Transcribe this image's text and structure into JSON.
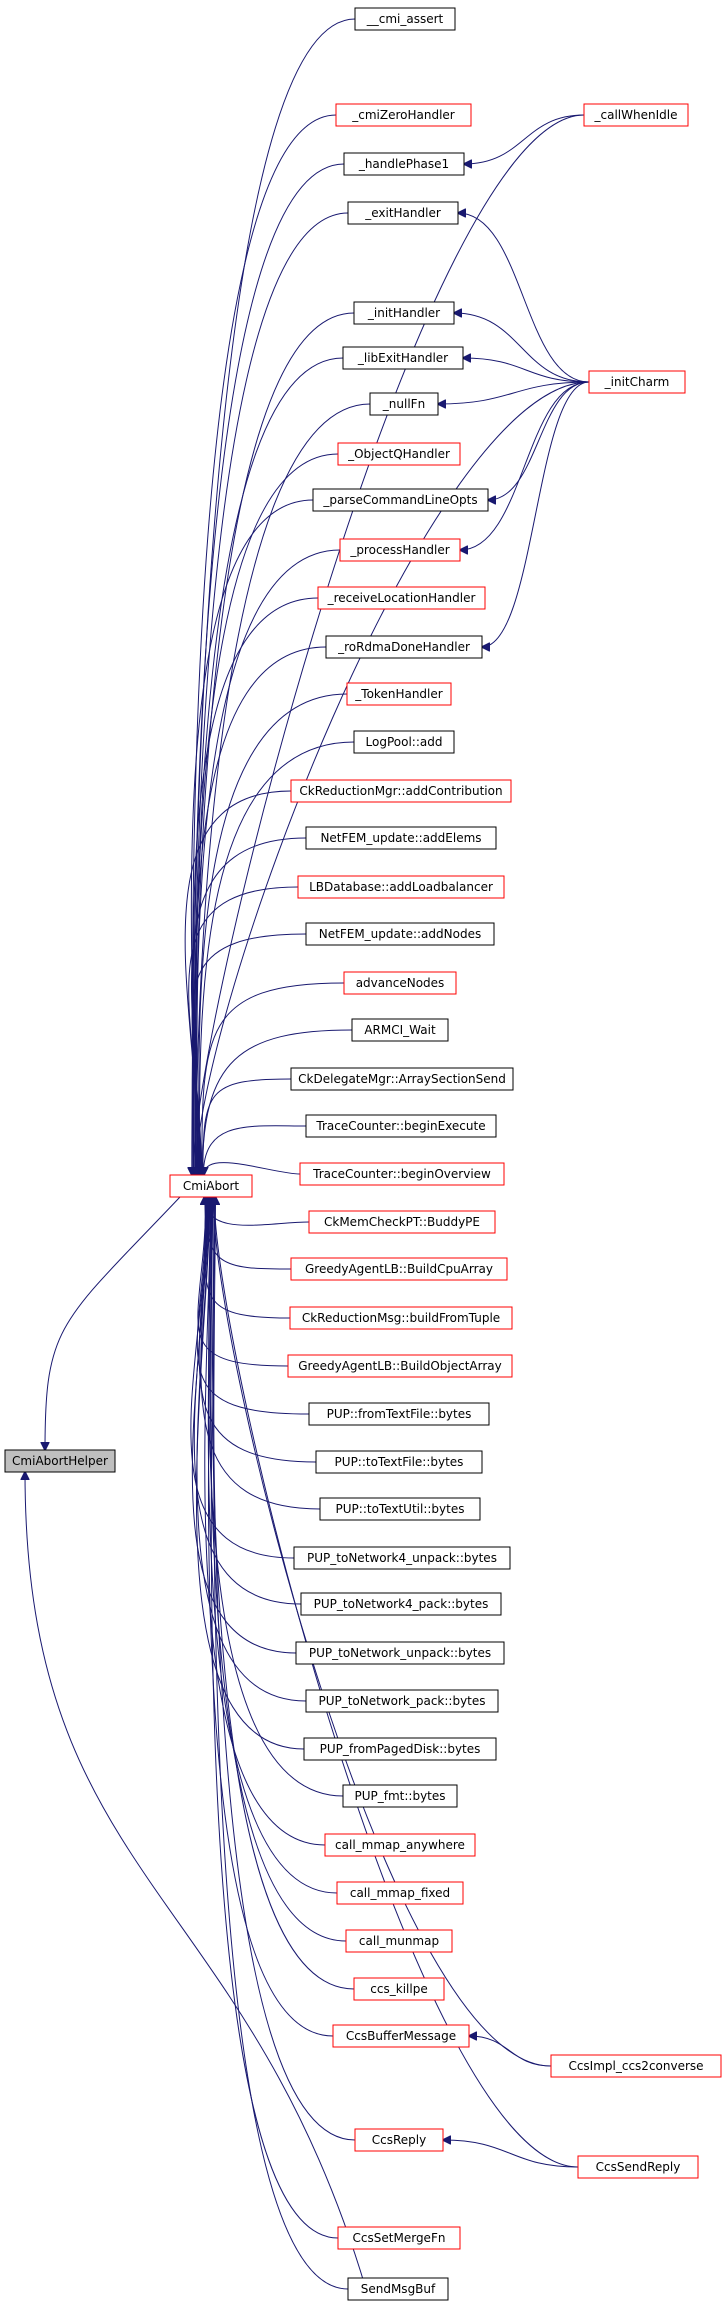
{
  "colors": {
    "edge": "#191970",
    "highlight_fill": "#bfbfbf",
    "truncated_border": "#ff0000",
    "normal_border": "#000000",
    "node_fill": "#ffffff"
  },
  "graph": {
    "root": "CmiAbortHelper",
    "nodes": [
      {
        "id": "cmiaborthelper",
        "label": "CmiAbortHelper",
        "style": "highlight"
      },
      {
        "id": "cmiabort",
        "label": "CmiAbort",
        "style": "truncated"
      },
      {
        "id": "cmi_assert",
        "label": "__cmi_assert",
        "style": "normal"
      },
      {
        "id": "cmizerohandler",
        "label": "_cmiZeroHandler",
        "style": "truncated"
      },
      {
        "id": "handlephase1",
        "label": "_handlePhase1",
        "style": "normal"
      },
      {
        "id": "exithandler",
        "label": "_exitHandler",
        "style": "normal"
      },
      {
        "id": "inithandler",
        "label": "_initHandler",
        "style": "normal"
      },
      {
        "id": "libexithandler",
        "label": "_libExitHandler",
        "style": "normal"
      },
      {
        "id": "nullfn",
        "label": "_nullFn",
        "style": "normal"
      },
      {
        "id": "objectqhandler",
        "label": "_ObjectQHandler",
        "style": "truncated"
      },
      {
        "id": "parsecmd",
        "label": "_parseCommandLineOpts",
        "style": "normal"
      },
      {
        "id": "processhandler",
        "label": "_processHandler",
        "style": "truncated"
      },
      {
        "id": "recvloc",
        "label": "_receiveLocationHandler",
        "style": "truncated"
      },
      {
        "id": "rordma",
        "label": "_roRdmaDoneHandler",
        "style": "normal"
      },
      {
        "id": "tokenhandler",
        "label": "_TokenHandler",
        "style": "truncated"
      },
      {
        "id": "logpool",
        "label": "LogPool::add",
        "style": "normal"
      },
      {
        "id": "ckredadd",
        "label": "CkReductionMgr::addContribution",
        "style": "truncated"
      },
      {
        "id": "netfemelems",
        "label": "NetFEM_update::addElems",
        "style": "normal"
      },
      {
        "id": "lbdb",
        "label": "LBDatabase::addLoadbalancer",
        "style": "truncated"
      },
      {
        "id": "netfemnodes",
        "label": "NetFEM_update::addNodes",
        "style": "normal"
      },
      {
        "id": "advnodes",
        "label": "advanceNodes",
        "style": "truncated"
      },
      {
        "id": "armci",
        "label": "ARMCI_Wait",
        "style": "normal"
      },
      {
        "id": "ckdelegate",
        "label": "CkDelegateMgr::ArraySectionSend",
        "style": "normal"
      },
      {
        "id": "tcbegexec",
        "label": "TraceCounter::beginExecute",
        "style": "normal"
      },
      {
        "id": "tcbegover",
        "label": "TraceCounter::beginOverview",
        "style": "truncated"
      },
      {
        "id": "ckmem",
        "label": "CkMemCheckPT::BuddyPE",
        "style": "truncated"
      },
      {
        "id": "greedycpu",
        "label": "GreedyAgentLB::BuildCpuArray",
        "style": "truncated"
      },
      {
        "id": "ckredmsg",
        "label": "CkReductionMsg::buildFromTuple",
        "style": "truncated"
      },
      {
        "id": "greedyobj",
        "label": "GreedyAgentLB::BuildObjectArray",
        "style": "truncated"
      },
      {
        "id": "pupfromtext",
        "label": "PUP::fromTextFile::bytes",
        "style": "normal"
      },
      {
        "id": "puptotext",
        "label": "PUP::toTextFile::bytes",
        "style": "normal"
      },
      {
        "id": "puptotextutil",
        "label": "PUP::toTextUtil::bytes",
        "style": "normal"
      },
      {
        "id": "pupn4unpack",
        "label": "PUP_toNetwork4_unpack::bytes",
        "style": "normal"
      },
      {
        "id": "pupn4pack",
        "label": "PUP_toNetwork4_pack::bytes",
        "style": "normal"
      },
      {
        "id": "pupnunpack",
        "label": "PUP_toNetwork_unpack::bytes",
        "style": "normal"
      },
      {
        "id": "pupnpack",
        "label": "PUP_toNetwork_pack::bytes",
        "style": "normal"
      },
      {
        "id": "pupfrompaged",
        "label": "PUP_fromPagedDisk::bytes",
        "style": "normal"
      },
      {
        "id": "pupfmt",
        "label": "PUP_fmt::bytes",
        "style": "normal"
      },
      {
        "id": "mmapany",
        "label": "call_mmap_anywhere",
        "style": "truncated"
      },
      {
        "id": "mmapfixed",
        "label": "call_mmap_fixed",
        "style": "truncated"
      },
      {
        "id": "munmap",
        "label": "call_munmap",
        "style": "truncated"
      },
      {
        "id": "ccskill",
        "label": "ccs_killpe",
        "style": "truncated"
      },
      {
        "id": "ccsbuffer",
        "label": "CcsBufferMessage",
        "style": "truncated"
      },
      {
        "id": "ccsreply",
        "label": "CcsReply",
        "style": "truncated"
      },
      {
        "id": "ccssetmerge",
        "label": "CcsSetMergeFn",
        "style": "truncated"
      },
      {
        "id": "sendmsgbuf",
        "label": "SendMsgBuf",
        "style": "normal"
      },
      {
        "id": "callwhenidle",
        "label": "_callWhenIdle",
        "style": "truncated"
      },
      {
        "id": "initcharm",
        "label": "_initCharm",
        "style": "truncated"
      },
      {
        "id": "ccsimpl",
        "label": "CcsImpl_ccs2converse",
        "style": "truncated"
      },
      {
        "id": "ccssendreply",
        "label": "CcsSendReply",
        "style": "truncated"
      }
    ],
    "edges": [
      {
        "from": "cmiabort",
        "to": "cmiaborthelper"
      },
      {
        "from": "sendmsgbuf",
        "to": "cmiaborthelper"
      },
      {
        "from": "cmi_assert",
        "to": "cmiabort"
      },
      {
        "from": "cmizerohandler",
        "to": "cmiabort"
      },
      {
        "from": "handlephase1",
        "to": "cmiabort"
      },
      {
        "from": "exithandler",
        "to": "cmiabort"
      },
      {
        "from": "inithandler",
        "to": "cmiabort"
      },
      {
        "from": "libexithandler",
        "to": "cmiabort"
      },
      {
        "from": "nullfn",
        "to": "cmiabort"
      },
      {
        "from": "objectqhandler",
        "to": "cmiabort"
      },
      {
        "from": "parsecmd",
        "to": "cmiabort"
      },
      {
        "from": "processhandler",
        "to": "cmiabort"
      },
      {
        "from": "recvloc",
        "to": "cmiabort"
      },
      {
        "from": "rordma",
        "to": "cmiabort"
      },
      {
        "from": "tokenhandler",
        "to": "cmiabort"
      },
      {
        "from": "logpool",
        "to": "cmiabort"
      },
      {
        "from": "ckredadd",
        "to": "cmiabort"
      },
      {
        "from": "netfemelems",
        "to": "cmiabort"
      },
      {
        "from": "lbdb",
        "to": "cmiabort"
      },
      {
        "from": "netfemnodes",
        "to": "cmiabort"
      },
      {
        "from": "advnodes",
        "to": "cmiabort"
      },
      {
        "from": "armci",
        "to": "cmiabort"
      },
      {
        "from": "ckdelegate",
        "to": "cmiabort"
      },
      {
        "from": "tcbegexec",
        "to": "cmiabort"
      },
      {
        "from": "tcbegover",
        "to": "cmiabort"
      },
      {
        "from": "ckmem",
        "to": "cmiabort"
      },
      {
        "from": "greedycpu",
        "to": "cmiabort"
      },
      {
        "from": "ckredmsg",
        "to": "cmiabort"
      },
      {
        "from": "greedyobj",
        "to": "cmiabort"
      },
      {
        "from": "pupfromtext",
        "to": "cmiabort"
      },
      {
        "from": "puptotext",
        "to": "cmiabort"
      },
      {
        "from": "puptotextutil",
        "to": "cmiabort"
      },
      {
        "from": "pupn4unpack",
        "to": "cmiabort"
      },
      {
        "from": "pupn4pack",
        "to": "cmiabort"
      },
      {
        "from": "pupnunpack",
        "to": "cmiabort"
      },
      {
        "from": "pupnpack",
        "to": "cmiabort"
      },
      {
        "from": "pupfrompaged",
        "to": "cmiabort"
      },
      {
        "from": "pupfmt",
        "to": "cmiabort"
      },
      {
        "from": "mmapany",
        "to": "cmiabort"
      },
      {
        "from": "mmapfixed",
        "to": "cmiabort"
      },
      {
        "from": "munmap",
        "to": "cmiabort"
      },
      {
        "from": "ccskill",
        "to": "cmiabort"
      },
      {
        "from": "ccsbuffer",
        "to": "cmiabort"
      },
      {
        "from": "ccsreply",
        "to": "cmiabort"
      },
      {
        "from": "ccssetmerge",
        "to": "cmiabort"
      },
      {
        "from": "sendmsgbuf",
        "to": "cmiabort"
      },
      {
        "from": "callwhenidle",
        "to": "cmiabort"
      },
      {
        "from": "initcharm",
        "to": "cmiabort"
      },
      {
        "from": "ccsimpl",
        "to": "cmiabort"
      },
      {
        "from": "ccssendreply",
        "to": "cmiabort"
      },
      {
        "from": "callwhenidle",
        "to": "handlephase1"
      },
      {
        "from": "initcharm",
        "to": "exithandler"
      },
      {
        "from": "initcharm",
        "to": "inithandler"
      },
      {
        "from": "initcharm",
        "to": "libexithandler"
      },
      {
        "from": "initcharm",
        "to": "nullfn"
      },
      {
        "from": "initcharm",
        "to": "parsecmd"
      },
      {
        "from": "initcharm",
        "to": "processhandler"
      },
      {
        "from": "initcharm",
        "to": "rordma"
      },
      {
        "from": "ccsimpl",
        "to": "ccsbuffer"
      },
      {
        "from": "ccssendreply",
        "to": "ccsreply"
      }
    ]
  }
}
